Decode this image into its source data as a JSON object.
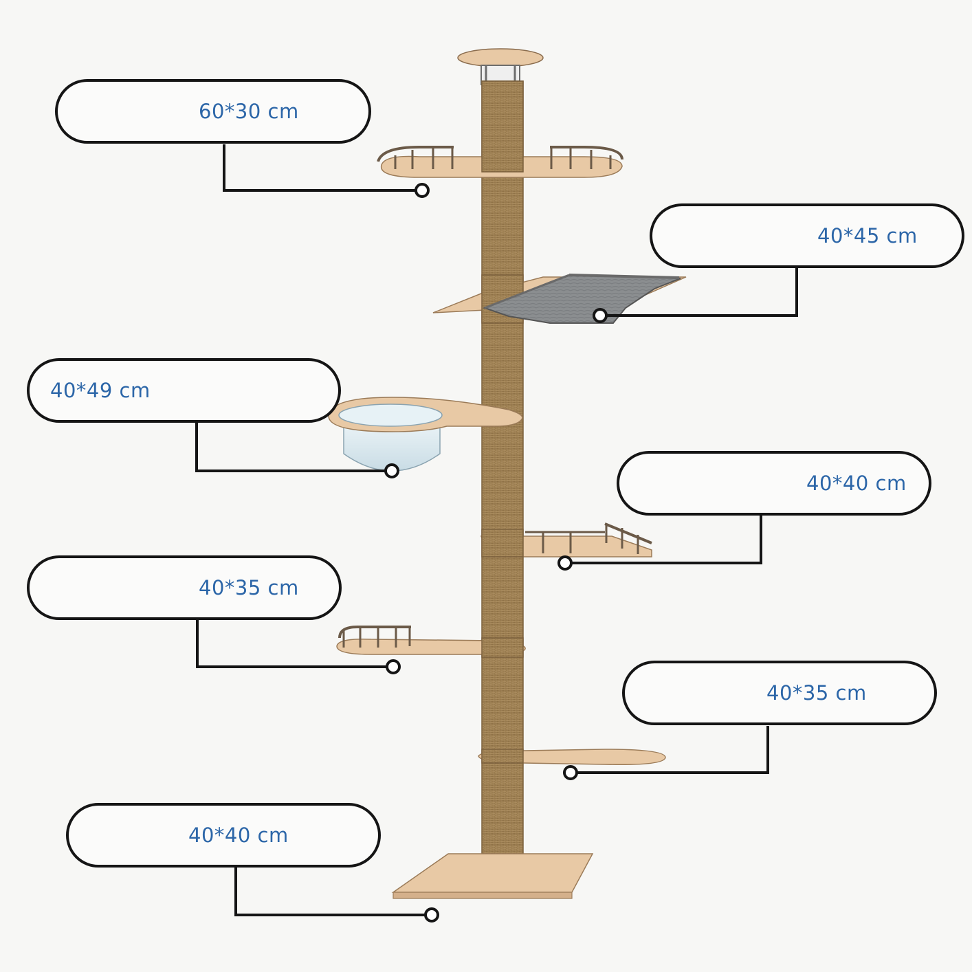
{
  "colors": {
    "background": "#f7f7f5",
    "outline": "#151515",
    "label_text": "#2c66a8",
    "wood": "#e8c9a5",
    "wood_dark": "#c9a37d",
    "sisal": "#a88a5b",
    "hammock_fabric": "#8d8f90",
    "bowl_glass": "#d9e9f0"
  },
  "labels": [
    {
      "text": "60*30 cm"
    },
    {
      "text": "40*45 cm"
    },
    {
      "text": "40*49 cm"
    },
    {
      "text": "40*40 cm"
    },
    {
      "text": "40*35 cm"
    },
    {
      "text": "40*35 cm"
    },
    {
      "text": "40*40 cm"
    }
  ]
}
